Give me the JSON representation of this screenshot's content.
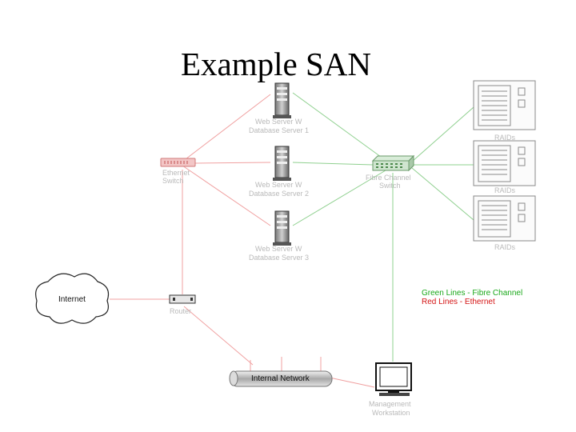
{
  "title": "Example SAN",
  "colors": {
    "fibre_channel": "#8fd08f",
    "ethernet": "#f0a0a0",
    "legend_green": "#1aa81a",
    "legend_red": "#d41414"
  },
  "nodes": {
    "ethernet_switch": {
      "label_line1": "Ethernet",
      "label_line2": "Switch",
      "icon": "network-switch-icon"
    },
    "fc_switch": {
      "label_line1": "Fibre Channel",
      "label_line2": "Switch",
      "icon": "fibre-switch-icon"
    },
    "servers": [
      {
        "label_line1": "Web Server W",
        "label_line2": "Database Server 1",
        "icon": "server-tower-icon"
      },
      {
        "label_line1": "Web Server W",
        "label_line2": "Database Server 2",
        "icon": "server-tower-icon"
      },
      {
        "label_line1": "Web Server W",
        "label_line2": "Database Server 3",
        "icon": "server-tower-icon"
      }
    ],
    "storage": [
      {
        "label": "RAIDs",
        "icon": "storage-array-icon"
      },
      {
        "label": "RAIDs",
        "icon": "storage-array-icon"
      },
      {
        "label": "RAIDs",
        "icon": "storage-array-icon"
      }
    ],
    "internet": {
      "label": "Internet",
      "icon": "cloud-icon"
    },
    "router": {
      "label": "Router",
      "icon": "router-icon"
    },
    "internal_network": {
      "label": "Internal Network",
      "icon": "network-bus-icon"
    },
    "workstation": {
      "label_line1": "Management",
      "label_line2": "Workstation",
      "icon": "monitor-icon"
    }
  },
  "legend": {
    "green": "Green Lines - Fibre Channel",
    "red": "Red Lines - Ethernet"
  }
}
